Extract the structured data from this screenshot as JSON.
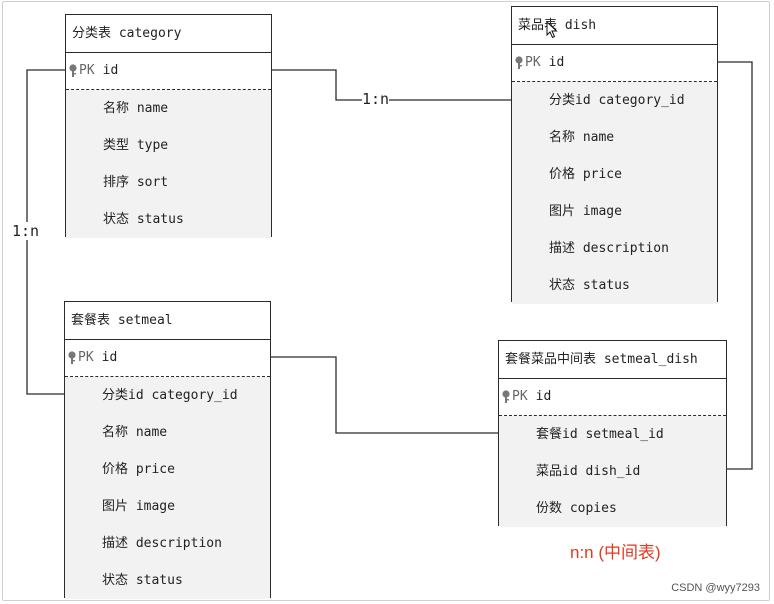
{
  "entities": {
    "category": {
      "title": "分类表 category",
      "pk_tag": "PK",
      "pk_name": "id",
      "fields": [
        "名称 name",
        "类型 type",
        "排序 sort",
        "状态 status"
      ]
    },
    "dish": {
      "title": "菜品表 dish",
      "pk_tag": "PK",
      "pk_name": "id",
      "fields": [
        "分类id category_id",
        "名称 name",
        "价格 price",
        "图片 image",
        "描述 description",
        "状态 status"
      ]
    },
    "setmeal": {
      "title": "套餐表 setmeal",
      "pk_tag": "PK",
      "pk_name": "id",
      "fields": [
        "分类id category_id",
        "名称 name",
        "价格 price",
        "图片 image",
        "描述 description",
        "状态 status"
      ]
    },
    "setmeal_dish": {
      "title": "套餐菜品中间表 setmeal_dish",
      "pk_tag": "PK",
      "pk_name": "id",
      "fields": [
        "套餐id setmeal_id",
        "菜品id dish_id",
        "份数 copies"
      ]
    }
  },
  "relations": {
    "category_dish": "1:n",
    "category_setmeal": "1:n",
    "setmeal_dish_nn": "n:n (中间表)"
  },
  "watermark": "CSDN @wyy7293",
  "colors": {
    "border": "#2b2b2b",
    "field_bg": "#f2f2f2",
    "accent_red": "#e23a1f"
  }
}
